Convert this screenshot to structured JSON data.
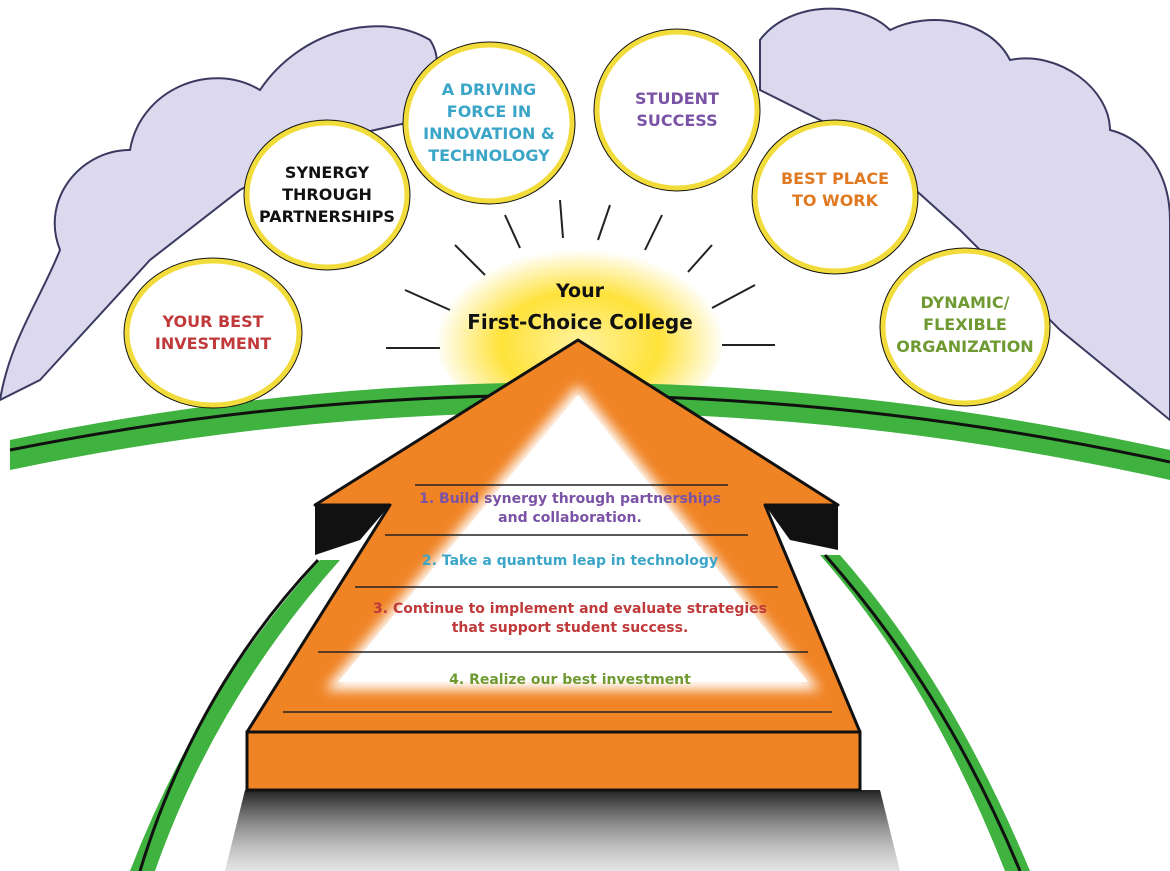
{
  "colors": {
    "cloud": "#dcd8ee",
    "cloud_outline": "#2f2f55",
    "ring": "#f1dc3c",
    "sun": "#ffe23a",
    "grass": "#3fb23f",
    "arrow": "#f08324",
    "step_line": "#222222"
  },
  "values": [
    {
      "id": "investment",
      "text": "YOUR BEST\nINVESTMENT",
      "color": "#c0393b"
    },
    {
      "id": "synergy",
      "text": "SYNERGY\nTHROUGH\nPARTNERSHIPS",
      "color": "#111111"
    },
    {
      "id": "innovation",
      "text": "A DRIVING\nFORCE IN\nINNOVATION &\nTECHNOLOGY",
      "color": "#3aa5c7"
    },
    {
      "id": "student-success",
      "text": "STUDENT\nSUCCESS",
      "color": "#7a52a6"
    },
    {
      "id": "workplace",
      "text": "BEST PLACE\nTO WORK",
      "color": "#e07a22"
    },
    {
      "id": "organization",
      "text": "DYNAMIC/\nFLEXIBLE\nORGANIZATION",
      "color": "#6f9a32"
    }
  ],
  "center": {
    "line1": "Your",
    "line2": "First-Choice College"
  },
  "goals": [
    {
      "text": "1. Build synergy through partnerships\nand collaboration.",
      "color": "#7a52a6"
    },
    {
      "text": "2. Take a quantum leap in technology",
      "color": "#3aa5c7"
    },
    {
      "text": "3. Continue to implement and evaluate strategies\nthat support student success.",
      "color": "#c0393b"
    },
    {
      "text": "4. Realize our best investment",
      "color": "#6f9a32"
    }
  ]
}
